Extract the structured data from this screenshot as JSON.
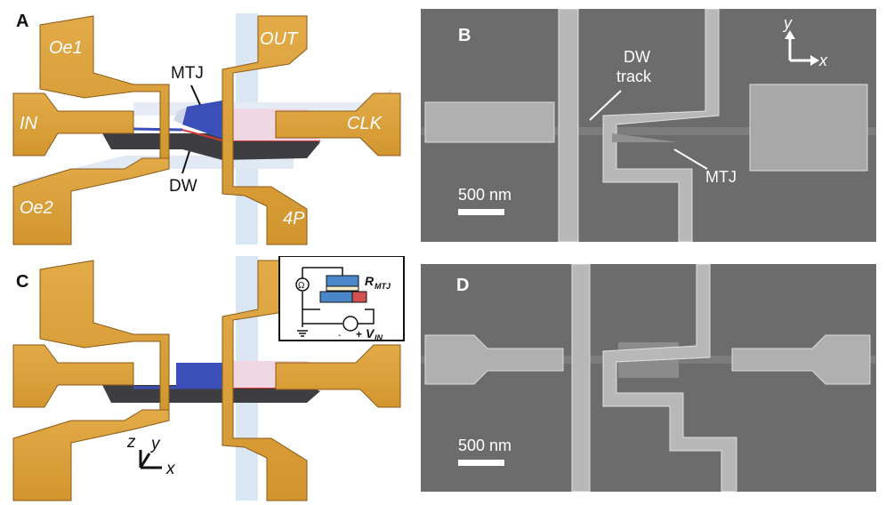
{
  "panels": {
    "A": {
      "label": "A",
      "pads": [
        "Oe1",
        "IN",
        "Oe2",
        "OUT",
        "CLK",
        "4P"
      ],
      "annotations": {
        "mtj": "MTJ",
        "dw": "DW"
      }
    },
    "B": {
      "label": "B",
      "annotations": {
        "dw_track_1": "DW",
        "dw_track_2": "track",
        "mtj": "MTJ"
      },
      "scale_bar": "500 nm",
      "axes": {
        "y": "y",
        "x": "x"
      }
    },
    "C": {
      "label": "C",
      "inset": {
        "ohm": "Ω",
        "r": "R",
        "r_sub": "MTJ",
        "v": "V",
        "v_sub": "IN",
        "minus": "-",
        "plus": "+"
      },
      "axes": {
        "z": "z",
        "y": "y",
        "x": "x"
      }
    },
    "D": {
      "label": "D",
      "scale_bar": "500 nm"
    }
  },
  "colors": {
    "gold": "#d9a13e",
    "sem_bg": "#6c6c6c",
    "blue": "#3a4fb8",
    "red": "#d23a3a",
    "pink": "#f0d7e4"
  }
}
